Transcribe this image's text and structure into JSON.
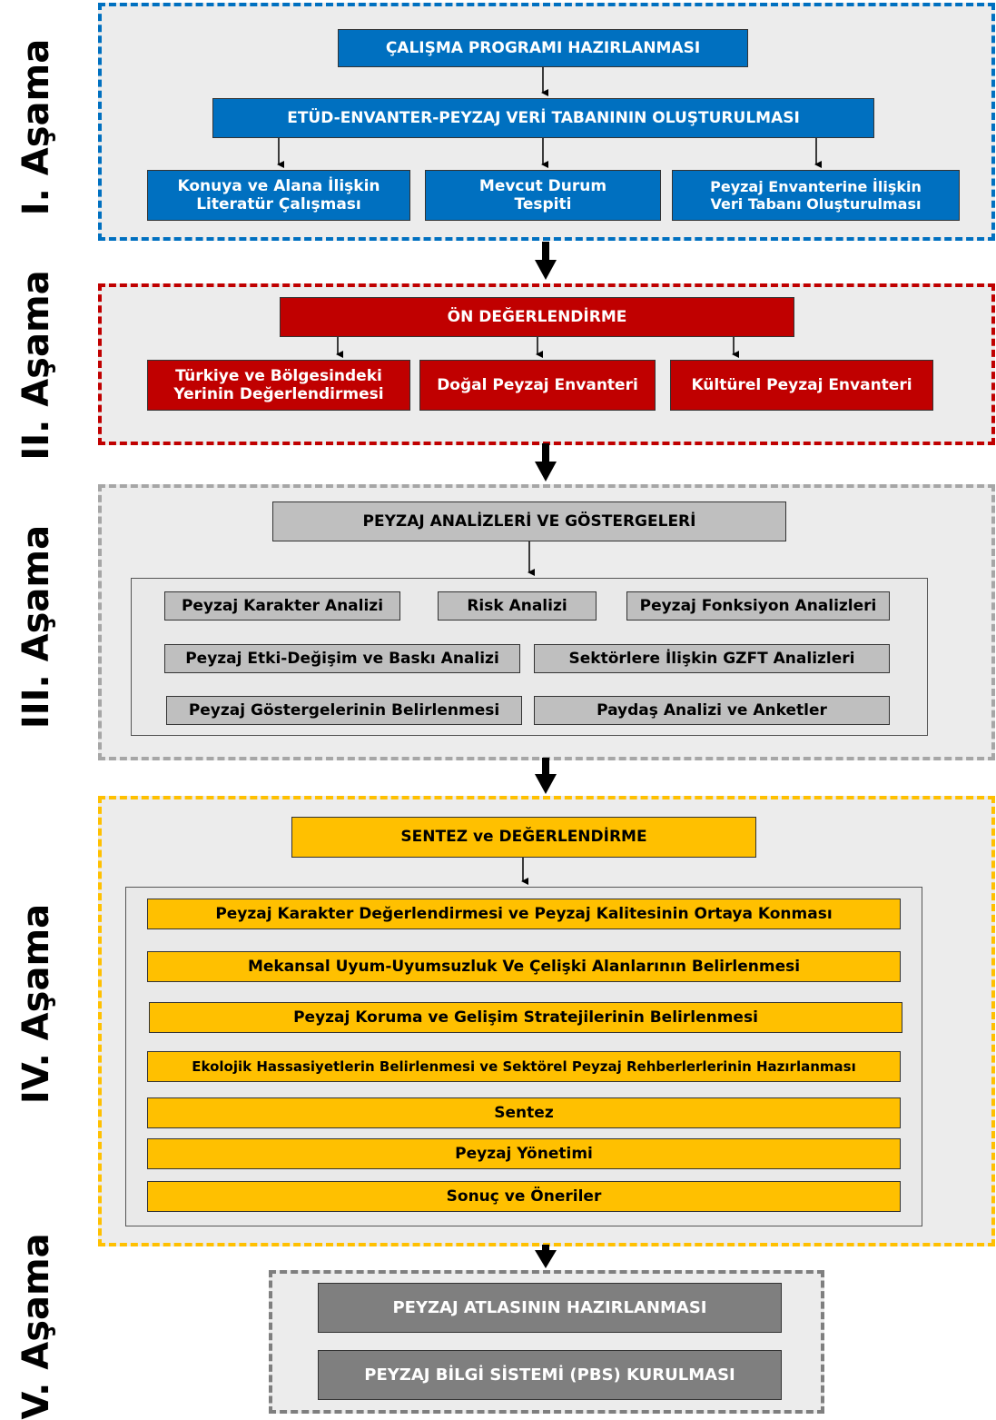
{
  "colors": {
    "stage1": "#0070c0",
    "stage2": "#c00000",
    "stage3": "#bfbfbf",
    "stage4": "#ffc000",
    "stage5": "#7f7f7f",
    "frame_bg": "#ececec"
  },
  "stages": {
    "s1": {
      "label": "I. Aşama",
      "header": "ÇALIŞMA PROGRAMI HAZIRLANMASI",
      "subheader": "ETÜD-ENVANTER-PEYZAJ VERİ TABANININ OLUŞTURULMASI",
      "items": [
        "Konuya ve Alana İlişkin\nLiteratür Çalışması",
        "Mevcut Durum\nTespiti",
        "Peyzaj Envanterine İlişkin\nVeri Tabanı Oluşturulması"
      ]
    },
    "s2": {
      "label": "II. Aşama",
      "header": "ÖN DEĞERLENDİRME",
      "items": [
        "Türkiye ve Bölgesindeki\nYerinin Değerlendirmesi",
        "Doğal Peyzaj Envanteri",
        "Kültürel Peyzaj Envanteri"
      ]
    },
    "s3": {
      "label": "III. Aşama",
      "header": "PEYZAJ ANALİZLERİ VE GÖSTERGELERİ",
      "items": [
        "Peyzaj Karakter Analizi",
        "Risk Analizi",
        "Peyzaj Fonksiyon Analizleri",
        "Peyzaj Etki-Değişim ve Baskı Analizi",
        "Sektörlere İlişkin GZFT Analizleri",
        "Peyzaj Göstergelerinin Belirlenmesi",
        "Paydaş Analizi ve Anketler"
      ]
    },
    "s4": {
      "label": "IV. Aşama",
      "header": "SENTEZ ve DEĞERLENDİRME",
      "items": [
        "Peyzaj Karakter Değerlendirmesi ve Peyzaj Kalitesinin Ortaya Konması",
        "Mekansal Uyum-Uyumsuzluk Ve Çelişki Alanlarının Belirlenmesi",
        "Peyzaj Koruma ve Gelişim Stratejilerinin Belirlenmesi",
        "Ekolojik Hassasiyetlerin Belirlenmesi ve Sektörel Peyzaj Rehberlerlerinin Hazırlanması",
        "Sentez",
        "Peyzaj Yönetimi",
        "Sonuç ve Öneriler"
      ]
    },
    "s5": {
      "label": "V. Aşama",
      "items": [
        "PEYZAJ ATLASININ HAZIRLANMASI",
        "PEYZAJ BİLGİ SİSTEMİ (PBS) KURULMASI"
      ]
    }
  }
}
